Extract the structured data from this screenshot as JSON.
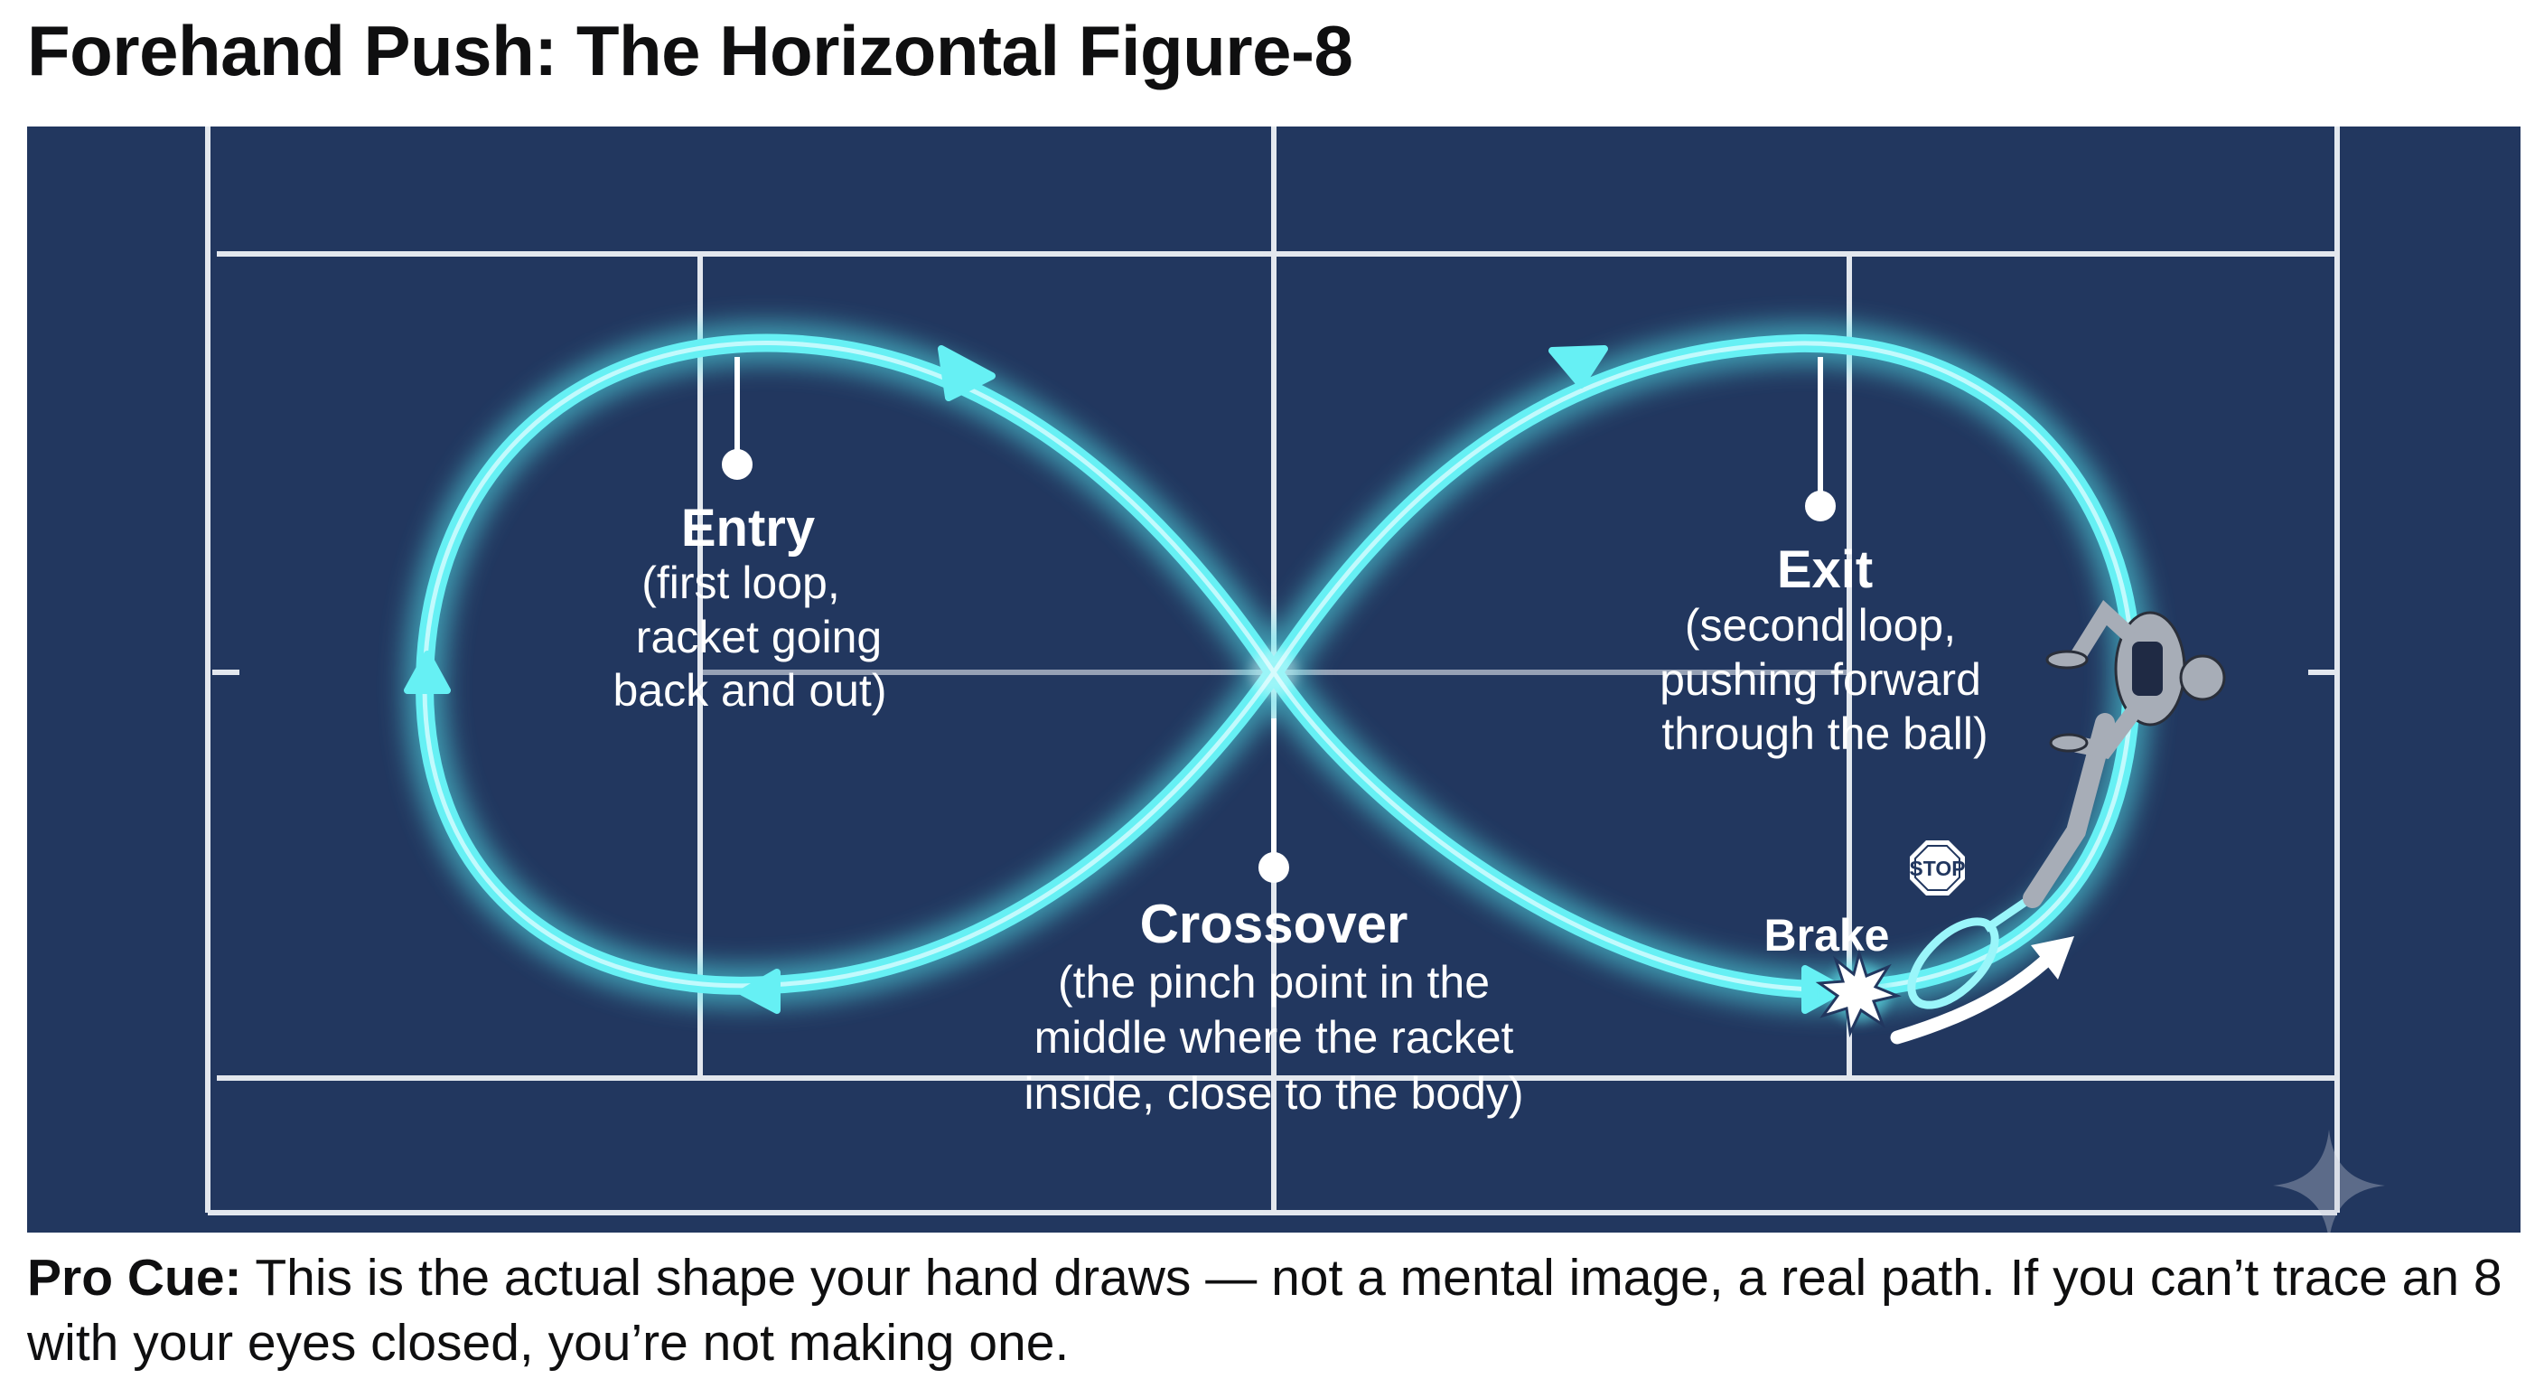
{
  "title": "Forehand Push: The Horizontal Figure-8",
  "colors": {
    "court": "#22375f",
    "court_lines": "#eef1f6",
    "path": "#66f0f4",
    "player": "#a7adb7"
  },
  "labels": {
    "entry": {
      "heading": "Entry",
      "lines": [
        "(first loop,",
        "racket going",
        "back and out)"
      ]
    },
    "exit": {
      "heading": "Exit",
      "lines": [
        "(second loop,",
        "pushing forward",
        "through the ball)"
      ]
    },
    "crossover": {
      "heading": "Crossover",
      "lines": [
        "(the pinch point in the",
        "middle where the racket",
        "inside, close to the body)"
      ]
    },
    "brake": "Brake",
    "stop_sign": "STOP"
  },
  "cue": {
    "label": "Pro Cue:",
    "text": "This is the actual shape your hand draws — not a mental image, a real path. If you can’t trace an 8 with your eyes closed, you’re not making one."
  },
  "icons": [
    "stop-sign-icon",
    "impact-burst-icon",
    "tennis-racket-icon",
    "player-figure-icon",
    "forward-arrow-icon",
    "sparkle-icon"
  ]
}
